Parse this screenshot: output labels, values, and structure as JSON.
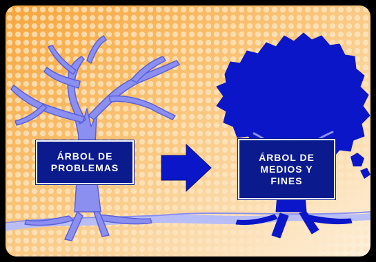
{
  "diagram": {
    "left_box": {
      "lines": [
        "ÁRBOL DE",
        "PROBLEMAS"
      ]
    },
    "right_box": {
      "lines": [
        "ÁRBOL DE",
        "MEDIOS Y",
        "FINES"
      ]
    },
    "arrow_icon": "right-arrow",
    "colors": {
      "background_orange": "#f7a53b",
      "background_light": "#fde7c4",
      "dead_tree": "#8a8ff0",
      "living_tree": "#0a16c8",
      "box_fill": "#0b1a8c",
      "box_text": "#ffffff",
      "frame": "#000000"
    }
  }
}
